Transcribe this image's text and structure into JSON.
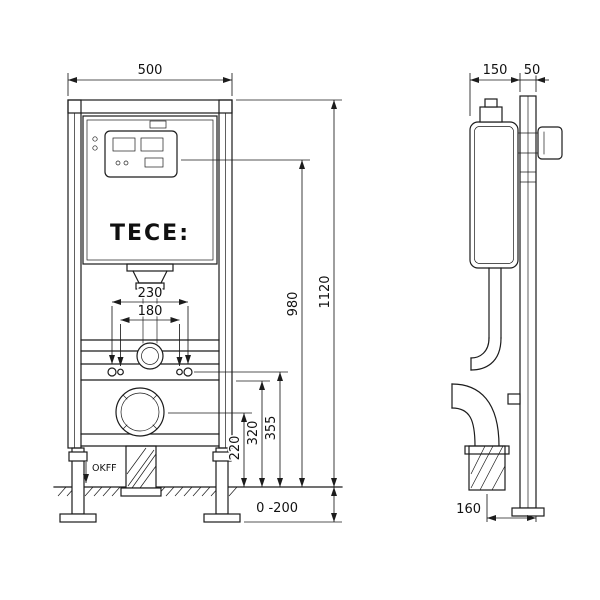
{
  "brand": "TECE:",
  "front": {
    "width": "500",
    "height_total": "1120",
    "height_actuator": "980",
    "fix_outer": "230",
    "fix_inner": "180",
    "h_bend": "355",
    "h_supply": "320",
    "h_outlet": "220",
    "foot_range": "0 -200",
    "floor_label": "OKFF"
  },
  "side": {
    "depth": "150",
    "rail": "50",
    "outlet_offset": "160"
  }
}
